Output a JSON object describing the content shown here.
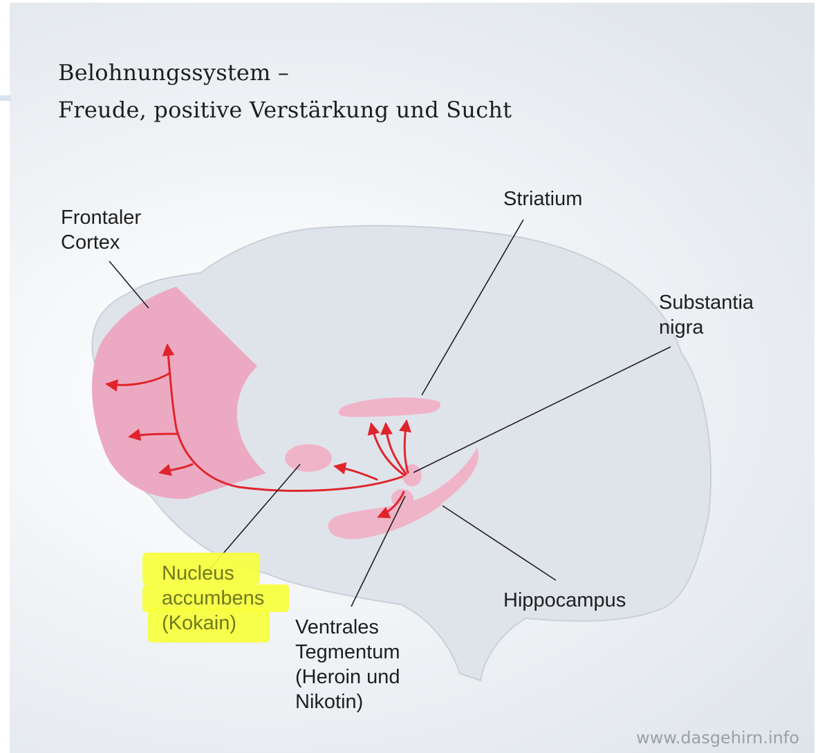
{
  "title": {
    "line1": "Belohnungssystem –",
    "line2": "Freude, positive Verstärkung und Sucht"
  },
  "labels": {
    "frontaler_cortex": [
      "Frontaler",
      "Cortex"
    ],
    "striatium": [
      "Striatium"
    ],
    "substantia_nigra": [
      "Substantia",
      "nigra"
    ],
    "nucleus_accumbens": [
      "Nucleus",
      "accumbens",
      "(Kokain)"
    ],
    "ventrales_tegmentum": [
      "Ventrales",
      "Tegmentum",
      "(Heroin und",
      "Nikotin)"
    ],
    "hippocampus": [
      "Hippocampus"
    ]
  },
  "credit": "www.dasgehirn.info",
  "colors": {
    "brain": "#dfe4ea",
    "brain_outline": "#c9d0d8",
    "region": "#f0b4c8",
    "cortex_region": "#ecaac2",
    "pathway": "#e0242b",
    "leader_line": "#1e1e1e",
    "highlight": "#f7ff3c",
    "highlight_text": "#6e7a1c"
  }
}
